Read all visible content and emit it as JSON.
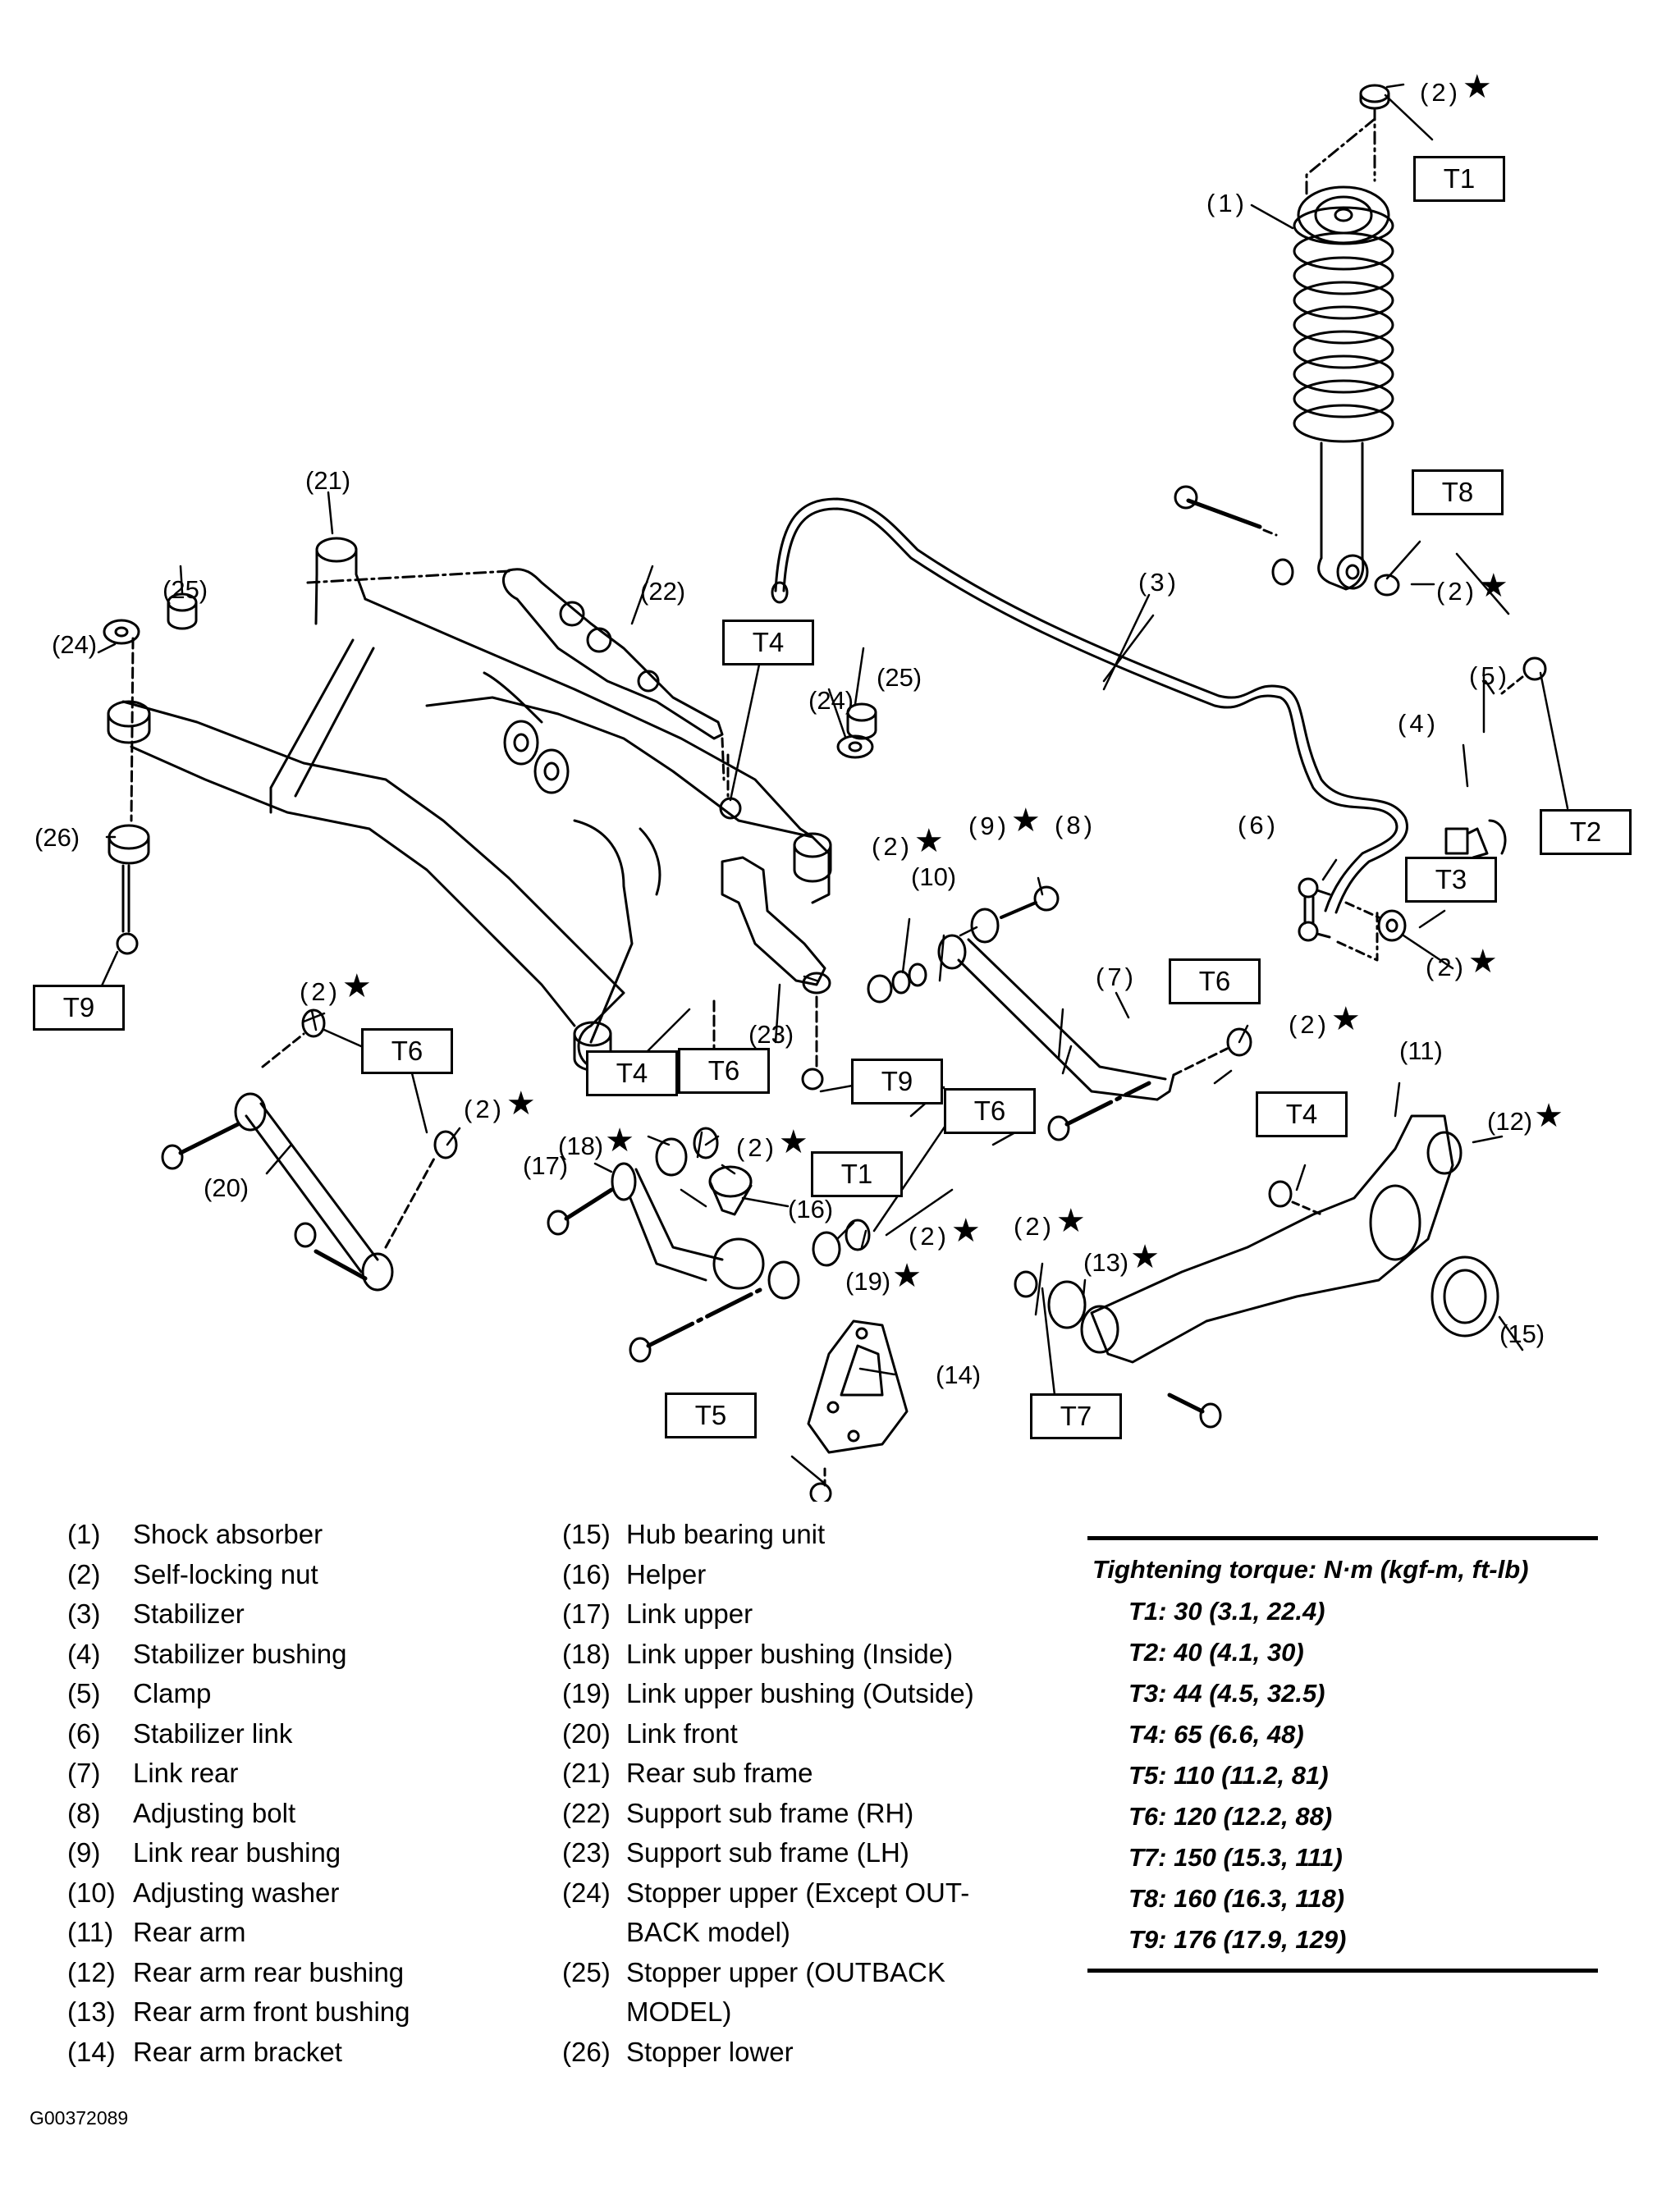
{
  "figure_id": "G00372089",
  "callouts": {
    "p1": "(1)",
    "p2": "(2)",
    "p3": "(3)",
    "p4": "(4)",
    "p5": "(5)",
    "p6": "(6)",
    "p7": "(7)",
    "p8": "(8)",
    "p9": "(9)",
    "p10": "(10)",
    "p11": "(11)",
    "p12": "(12)",
    "p13": "(13)",
    "p14": "(14)",
    "p15": "(15)",
    "p16": "(16)",
    "p17": "(17)",
    "p18": "(18)",
    "p19": "(19)",
    "p20": "(20)",
    "p21": "(21)",
    "p22": "(22)",
    "p23": "(23)",
    "p24": "(24)",
    "p25": "(25)",
    "p26": "(26)",
    "star": "★"
  },
  "torque_tags": {
    "t1": "T1",
    "t2": "T2",
    "t3": "T3",
    "t4": "T4",
    "t5": "T5",
    "t6": "T6",
    "t7": "T7",
    "t8": "T8",
    "t9": "T9"
  },
  "legend": {
    "column1": [
      {
        "num": "(1)",
        "name": "Shock absorber"
      },
      {
        "num": "(2)",
        "name": "Self-locking nut"
      },
      {
        "num": "(3)",
        "name": "Stabilizer"
      },
      {
        "num": "(4)",
        "name": "Stabilizer bushing"
      },
      {
        "num": "(5)",
        "name": "Clamp"
      },
      {
        "num": "(6)",
        "name": "Stabilizer link"
      },
      {
        "num": "(7)",
        "name": "Link rear"
      },
      {
        "num": "(8)",
        "name": "Adjusting bolt"
      },
      {
        "num": "(9)",
        "name": "Link rear bushing"
      },
      {
        "num": "(10)",
        "name": "Adjusting washer"
      },
      {
        "num": "(11)",
        "name": "Rear arm"
      },
      {
        "num": "(12)",
        "name": "Rear arm rear bushing"
      },
      {
        "num": "(13)",
        "name": "Rear arm front bushing"
      },
      {
        "num": "(14)",
        "name": "Rear arm bracket"
      }
    ],
    "column2": [
      {
        "num": "(15)",
        "name": "Hub bearing unit"
      },
      {
        "num": "(16)",
        "name": "Helper"
      },
      {
        "num": "(17)",
        "name": "Link upper"
      },
      {
        "num": "(18)",
        "name": "Link upper bushing (Inside)"
      },
      {
        "num": "(19)",
        "name": "Link upper bushing (Outside)"
      },
      {
        "num": "(20)",
        "name": "Link front"
      },
      {
        "num": "(21)",
        "name": "Rear sub frame"
      },
      {
        "num": "(22)",
        "name": "Support sub frame (RH)"
      },
      {
        "num": "(23)",
        "name": "Support sub frame (LH)"
      },
      {
        "num": "(24)",
        "name": "Stopper upper (Except OUT-",
        "cont": "BACK model)"
      },
      {
        "num": "(25)",
        "name": "Stopper upper (OUTBACK",
        "cont": "MODEL)"
      },
      {
        "num": "(26)",
        "name": "Stopper lower"
      }
    ]
  },
  "torque_table": {
    "title": "Tightening torque: N·m (kgf-m, ft-lb)",
    "rows": [
      {
        "tag": "T1",
        "text": "T1: 30 (3.1, 22.4)"
      },
      {
        "tag": "T2",
        "text": "T2: 40 (4.1, 30)"
      },
      {
        "tag": "T3",
        "text": "T3: 44 (4.5, 32.5)"
      },
      {
        "tag": "T4",
        "text": "T4: 65 (6.6, 48)"
      },
      {
        "tag": "T5",
        "text": "T5: 110 (11.2, 81)"
      },
      {
        "tag": "T6",
        "text": "T6: 120 (12.2, 88)"
      },
      {
        "tag": "T7",
        "text": "T7: 150 (15.3, 111)"
      },
      {
        "tag": "T8",
        "text": "T8: 160 (16.3, 118)"
      },
      {
        "tag": "T9",
        "text": "T9: 176 (17.9, 129)"
      }
    ]
  }
}
